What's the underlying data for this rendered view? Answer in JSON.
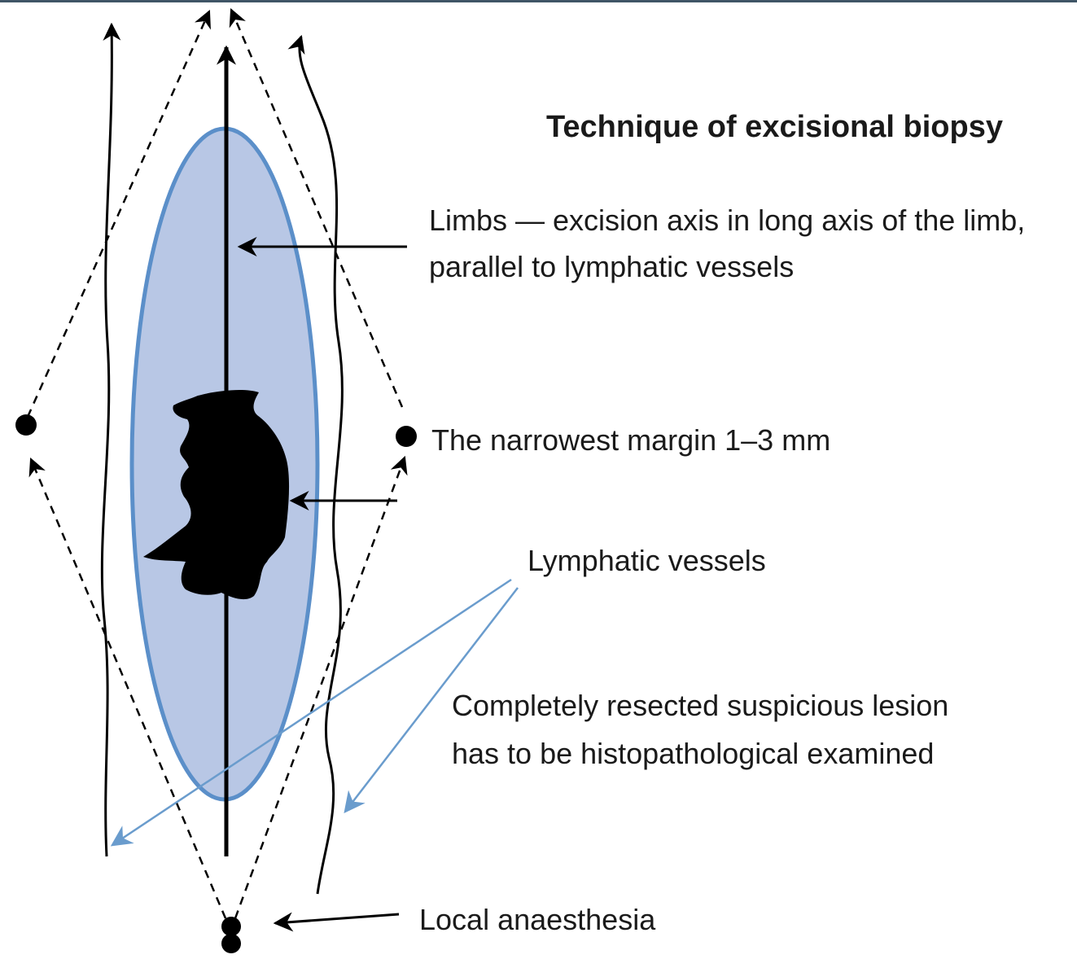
{
  "title": "Technique of excisional biopsy",
  "labels": {
    "limbs_line1": "Limbs — excision axis in long axis of the limb,",
    "limbs_line2": "parallel to lymphatic vessels",
    "margin": "The narrowest margin 1–3 mm",
    "lymphatic": "Lymphatic vessels",
    "resected_line1": "Completely resected suspicious lesion",
    "resected_line2": "has to be histopathological examined",
    "anaesthesia": "Local anaesthesia"
  },
  "colors": {
    "excision_fill": "#b8c7e5",
    "excision_outline": "#5b8fc9",
    "lymphatic_pointer": "#6a9ccd",
    "ink": "#000000",
    "text": "#1a1a1a",
    "header_rule": "#3f5566"
  },
  "icons": {
    "lesion": "irregular-black-lesion",
    "margin_point": "filled-dot",
    "anaesthesia_point": "filled-dot"
  }
}
